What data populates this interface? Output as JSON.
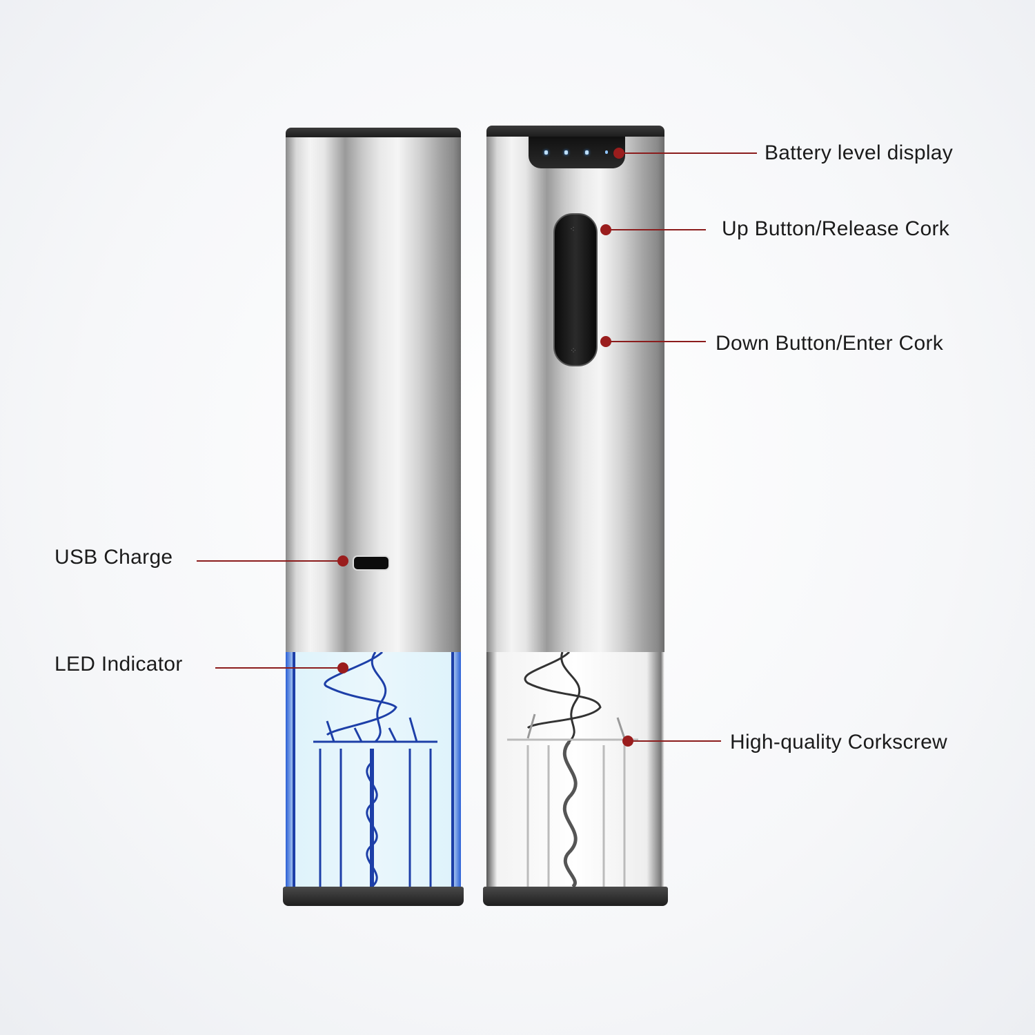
{
  "colors": {
    "callout": "#8b1c1c",
    "led": "#4aa3ff",
    "blue_window": "#2a5fd6"
  },
  "callouts": {
    "battery": "Battery level display",
    "up": "Up Button/Release Cork",
    "down": "Down Button/Enter Cork",
    "usb": "USB Charge",
    "led": "LED Indicator",
    "corkscrew": "High-quality Corkscrew"
  }
}
